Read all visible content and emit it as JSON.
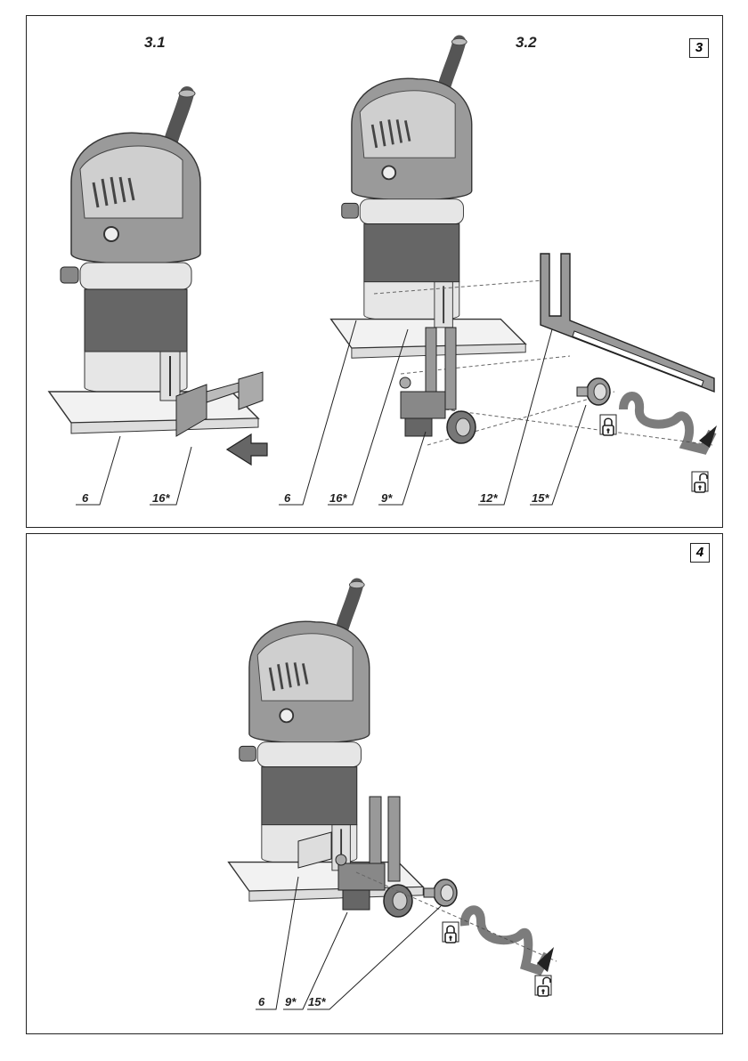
{
  "figure3": {
    "number": "3",
    "sub_left": "3.1",
    "sub_right": "3.2",
    "callouts_left": [
      "6",
      "16*"
    ],
    "callouts_right": [
      "6",
      "16*",
      "9*",
      "12*",
      "15*"
    ]
  },
  "figure4": {
    "number": "4",
    "callouts": [
      "6",
      "9*",
      "15*"
    ]
  },
  "icons": [
    "lock-icon",
    "unlock-icon",
    "rotation-arrow-icon",
    "push-arrow-icon"
  ]
}
